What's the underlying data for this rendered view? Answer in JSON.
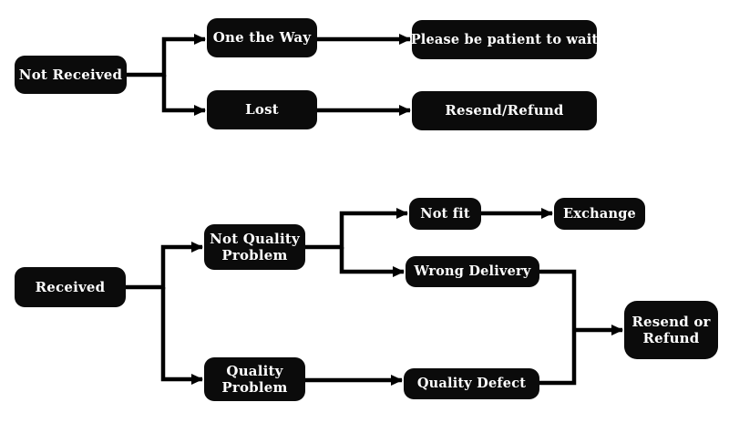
{
  "diagram": {
    "background_color": "#ffffff",
    "node_background_color": "#0b0b0b",
    "node_text_color": "#ffffff",
    "connector_color": "#000000",
    "nodes": {
      "not_received": "Not Received",
      "one_the_way": "One the Way",
      "please_be_patient": "Please be patient to wait",
      "lost": "Lost",
      "resend_refund": "Resend/Refund",
      "received": "Received",
      "not_quality_problem": "Not Quality Problem",
      "quality_problem": "Quality Problem",
      "not_fit": "Not fit",
      "exchange": "Exchange",
      "wrong_delivery": "Wrong Delivery",
      "quality_defect": "Quality Defect",
      "resend_or_refund": "Resend or Refund"
    },
    "edges": [
      {
        "from": "not_received",
        "to": "one_the_way"
      },
      {
        "from": "not_received",
        "to": "lost"
      },
      {
        "from": "one_the_way",
        "to": "please_be_patient"
      },
      {
        "from": "lost",
        "to": "resend_refund"
      },
      {
        "from": "received",
        "to": "not_quality_problem"
      },
      {
        "from": "received",
        "to": "quality_problem"
      },
      {
        "from": "not_quality_problem",
        "to": "not_fit"
      },
      {
        "from": "not_quality_problem",
        "to": "wrong_delivery"
      },
      {
        "from": "not_fit",
        "to": "exchange"
      },
      {
        "from": "quality_problem",
        "to": "quality_defect"
      },
      {
        "from": "wrong_delivery",
        "to": "resend_or_refund"
      },
      {
        "from": "quality_defect",
        "to": "resend_or_refund"
      }
    ]
  }
}
